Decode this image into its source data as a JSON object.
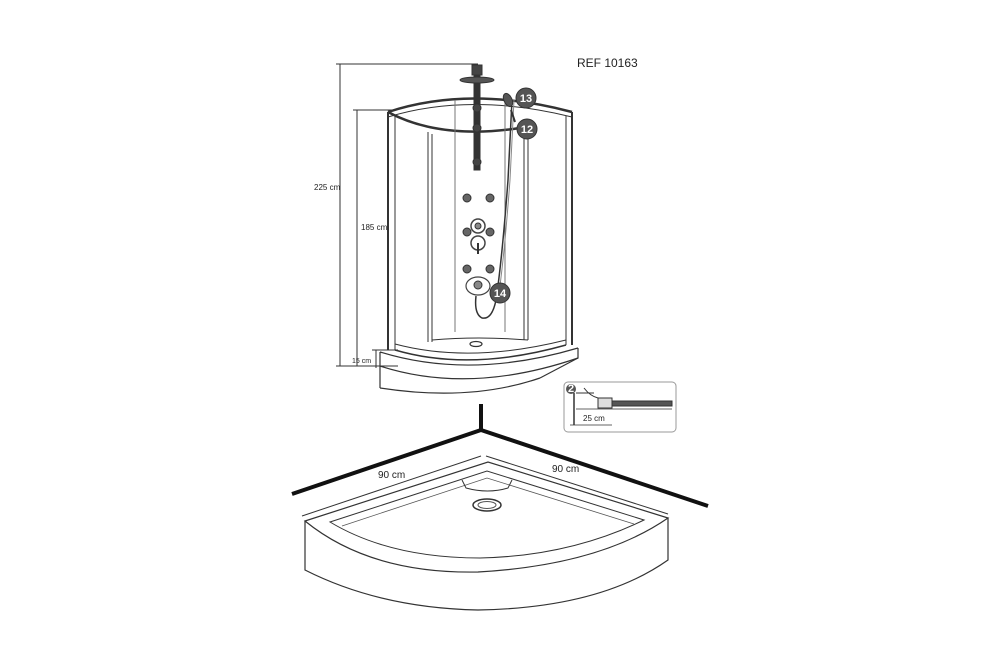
{
  "reference": "REF 10163",
  "dimensions": {
    "total_height": "225 cm",
    "cabin_height": "185 cm",
    "tray_height": "15 cm",
    "width_left": "90 cm",
    "width_right": "90 cm",
    "drain_offset": "25 cm"
  },
  "callouts": {
    "c13": "13",
    "c12": "12",
    "c14": "14",
    "c2": "2"
  },
  "colors": {
    "line": "#333333",
    "badge": "#555555",
    "thick_line": "#111111"
  }
}
